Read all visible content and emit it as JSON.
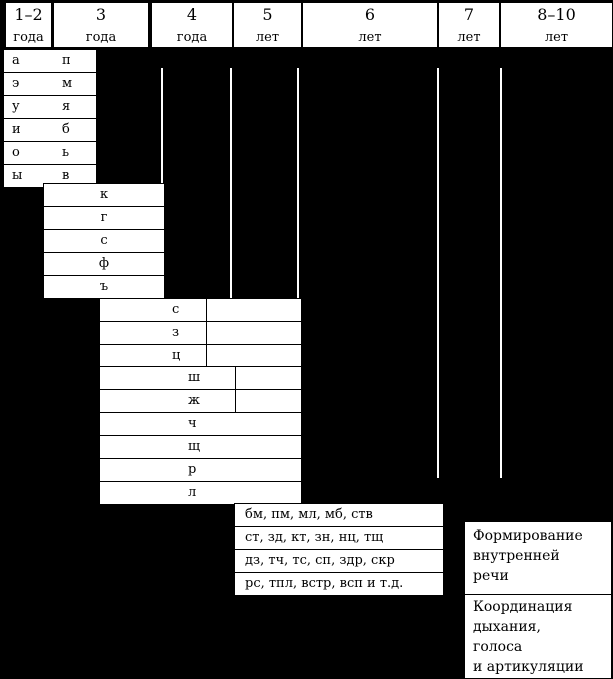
{
  "ages": [
    {
      "num": "1–2",
      "unit": "года"
    },
    {
      "num": "3",
      "unit": "года"
    },
    {
      "num": "4",
      "unit": "года"
    },
    {
      "num": "5",
      "unit": "лет"
    },
    {
      "num": "6",
      "unit": "лет"
    },
    {
      "num": "7",
      "unit": "лет"
    },
    {
      "num": "8–10",
      "unit": "лет"
    }
  ],
  "group1": [
    [
      "а",
      "п"
    ],
    [
      "э",
      "м"
    ],
    [
      "у",
      "я"
    ],
    [
      "и",
      "б"
    ],
    [
      "о",
      "ь"
    ],
    [
      "ы",
      "в"
    ]
  ],
  "group2": [
    "к",
    "г",
    "с",
    "ф",
    "ъ"
  ],
  "group3": [
    "с",
    "з",
    "ц"
  ],
  "group4": [
    "ш",
    "ж",
    "ч",
    "щ",
    "р",
    "л"
  ],
  "clusters": [
    "бм, пм, мл, мб, ств",
    "ст, зд, кт, зн, нц, тщ",
    "дз, тч, тс, сп, здр, скр",
    "рс, тпл, встр, всп и т.д."
  ],
  "notes": [
    {
      "lines": [
        "Формирование",
        "внутренней",
        "речи"
      ]
    },
    {
      "lines": [
        "Координация",
        "дыхания,",
        "голоса",
        "и артикуляции"
      ]
    }
  ]
}
